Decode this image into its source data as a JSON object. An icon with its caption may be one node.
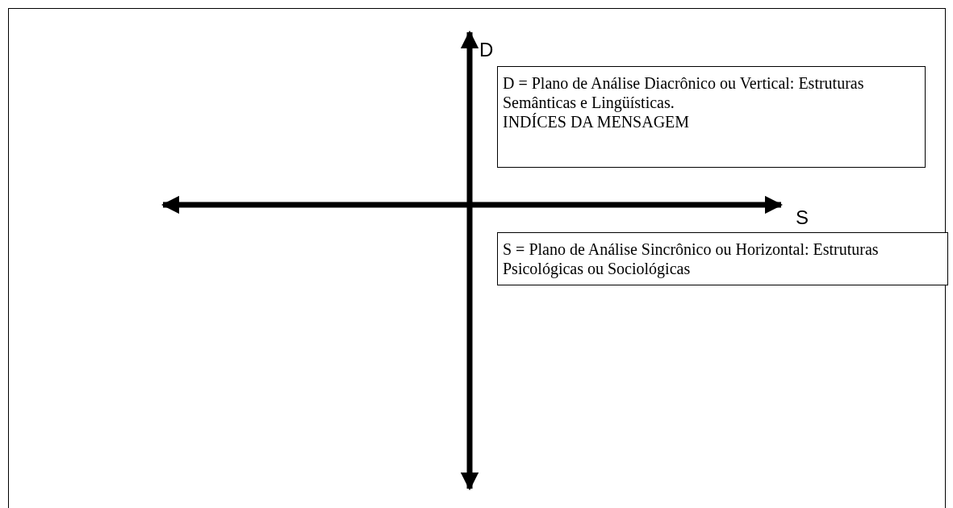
{
  "diagram": {
    "nodes": [
      {
        "text": [
          "D = Plano de Análise Diacrônico ou Vertical: Estruturas Semânticas e Lingüísticas.",
          "INDÍCES DA MENSAGEM"
        ]
      },
      {
        "text": [
          "S = Plano de Análise Sincrônico ou Horizontal: Estruturas Psicológicas ou Sociológicas"
        ]
      }
    ],
    "labels": [
      "D",
      "S"
    ]
  }
}
